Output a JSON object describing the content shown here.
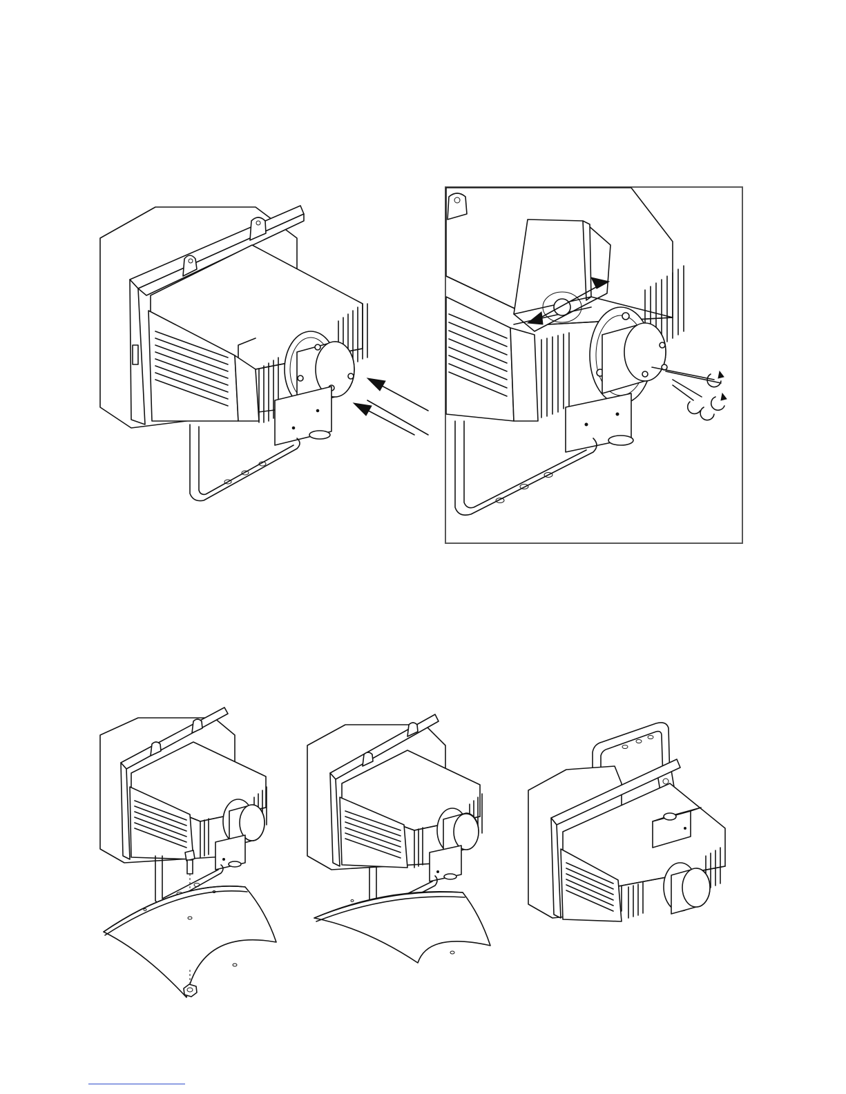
{
  "page": {
    "background": "#ffffff",
    "line_color": "#111111",
    "inset_frame_color": "#555555",
    "footer_link_color": "#2b4acb"
  },
  "figures": [
    {
      "name": "floodlight-with-lamp-holder",
      "icon": "floodlight-icon"
    },
    {
      "name": "lamp-holder-detail",
      "icon": "lamp-holder-icon"
    },
    {
      "name": "mounting-with-curved-shield",
      "icon": "bolt-icon"
    },
    {
      "name": "mounted-shield",
      "icon": "floodlight-icon"
    },
    {
      "name": "bracket-up-mounting",
      "icon": "bracket-icon"
    }
  ],
  "footer": {
    "link_text": ""
  }
}
